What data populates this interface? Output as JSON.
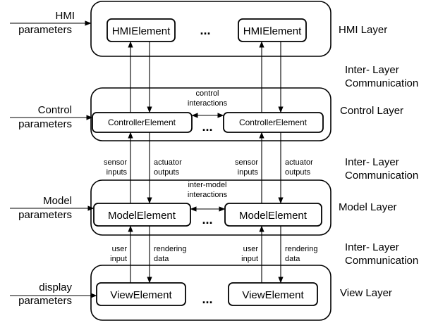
{
  "layers": [
    {
      "key": "hmi",
      "layer_label": "HMI Layer",
      "param_label": [
        "HMI",
        "parameters"
      ],
      "element_label": "HMIElement",
      "dots": "..."
    },
    {
      "key": "control",
      "layer_label": "Control Layer",
      "param_label": [
        "Control",
        "parameters"
      ],
      "element_label": "ControllerElement",
      "dots": "...",
      "interaction_label": [
        "control",
        "interactions"
      ]
    },
    {
      "key": "model",
      "layer_label": "Model Layer",
      "param_label": [
        "Model",
        "parameters"
      ],
      "element_label": "ModelElement",
      "dots": "...",
      "interaction_label": [
        "inter-model",
        "interactions"
      ]
    },
    {
      "key": "view",
      "layer_label": "View Layer",
      "param_label": [
        "display",
        "parameters"
      ],
      "element_label": "ViewElement",
      "dots": "..."
    }
  ],
  "inter_layer_label": [
    "Inter- Layer",
    "Communication"
  ],
  "flows": {
    "sensor_inputs": [
      "sensor",
      "inputs"
    ],
    "actuator_outputs": [
      "actuator",
      "outputs"
    ],
    "user_input": [
      "user",
      "input"
    ],
    "rendering_data": [
      "rendering",
      "data"
    ]
  }
}
